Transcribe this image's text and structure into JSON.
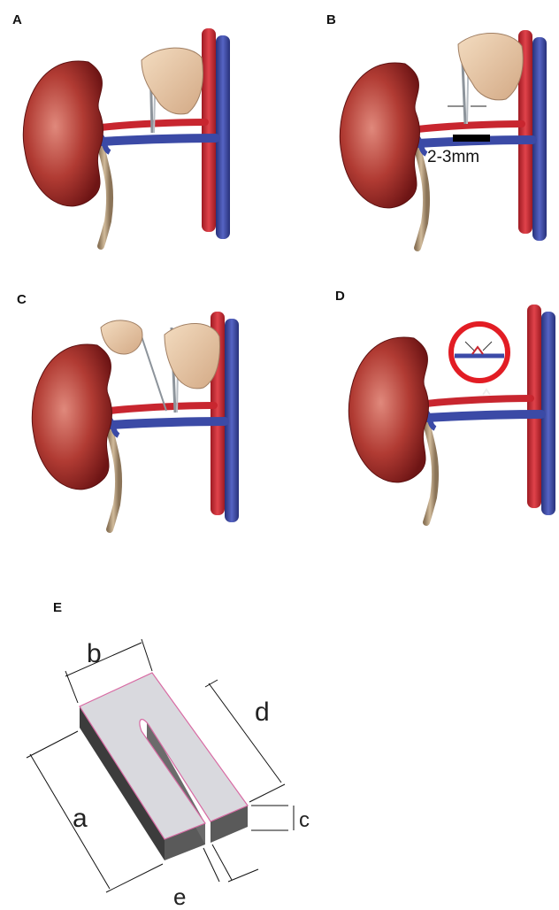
{
  "panels": {
    "a": {
      "label": "A"
    },
    "b": {
      "label": "B",
      "scale_label": "2-3mm"
    },
    "c": {
      "label": "C"
    },
    "d": {
      "label": "D"
    },
    "e": {
      "label": "E",
      "dims": {
        "a": "a",
        "b": "b",
        "c": "c",
        "d": "d",
        "e": "e"
      }
    }
  },
  "colors": {
    "kidney": "#8e1f1f",
    "kidney_highlight": "#d9766a",
    "artery": "#c8262f",
    "vein": "#3c4ba8",
    "ureter": "#b39a7c",
    "hand": "#e8c9a6",
    "clip_metal": "#9aa0a6",
    "block_face": "#d7d7dc",
    "block_side": "#4a4a4a",
    "block_edge": "#d86aa3"
  }
}
